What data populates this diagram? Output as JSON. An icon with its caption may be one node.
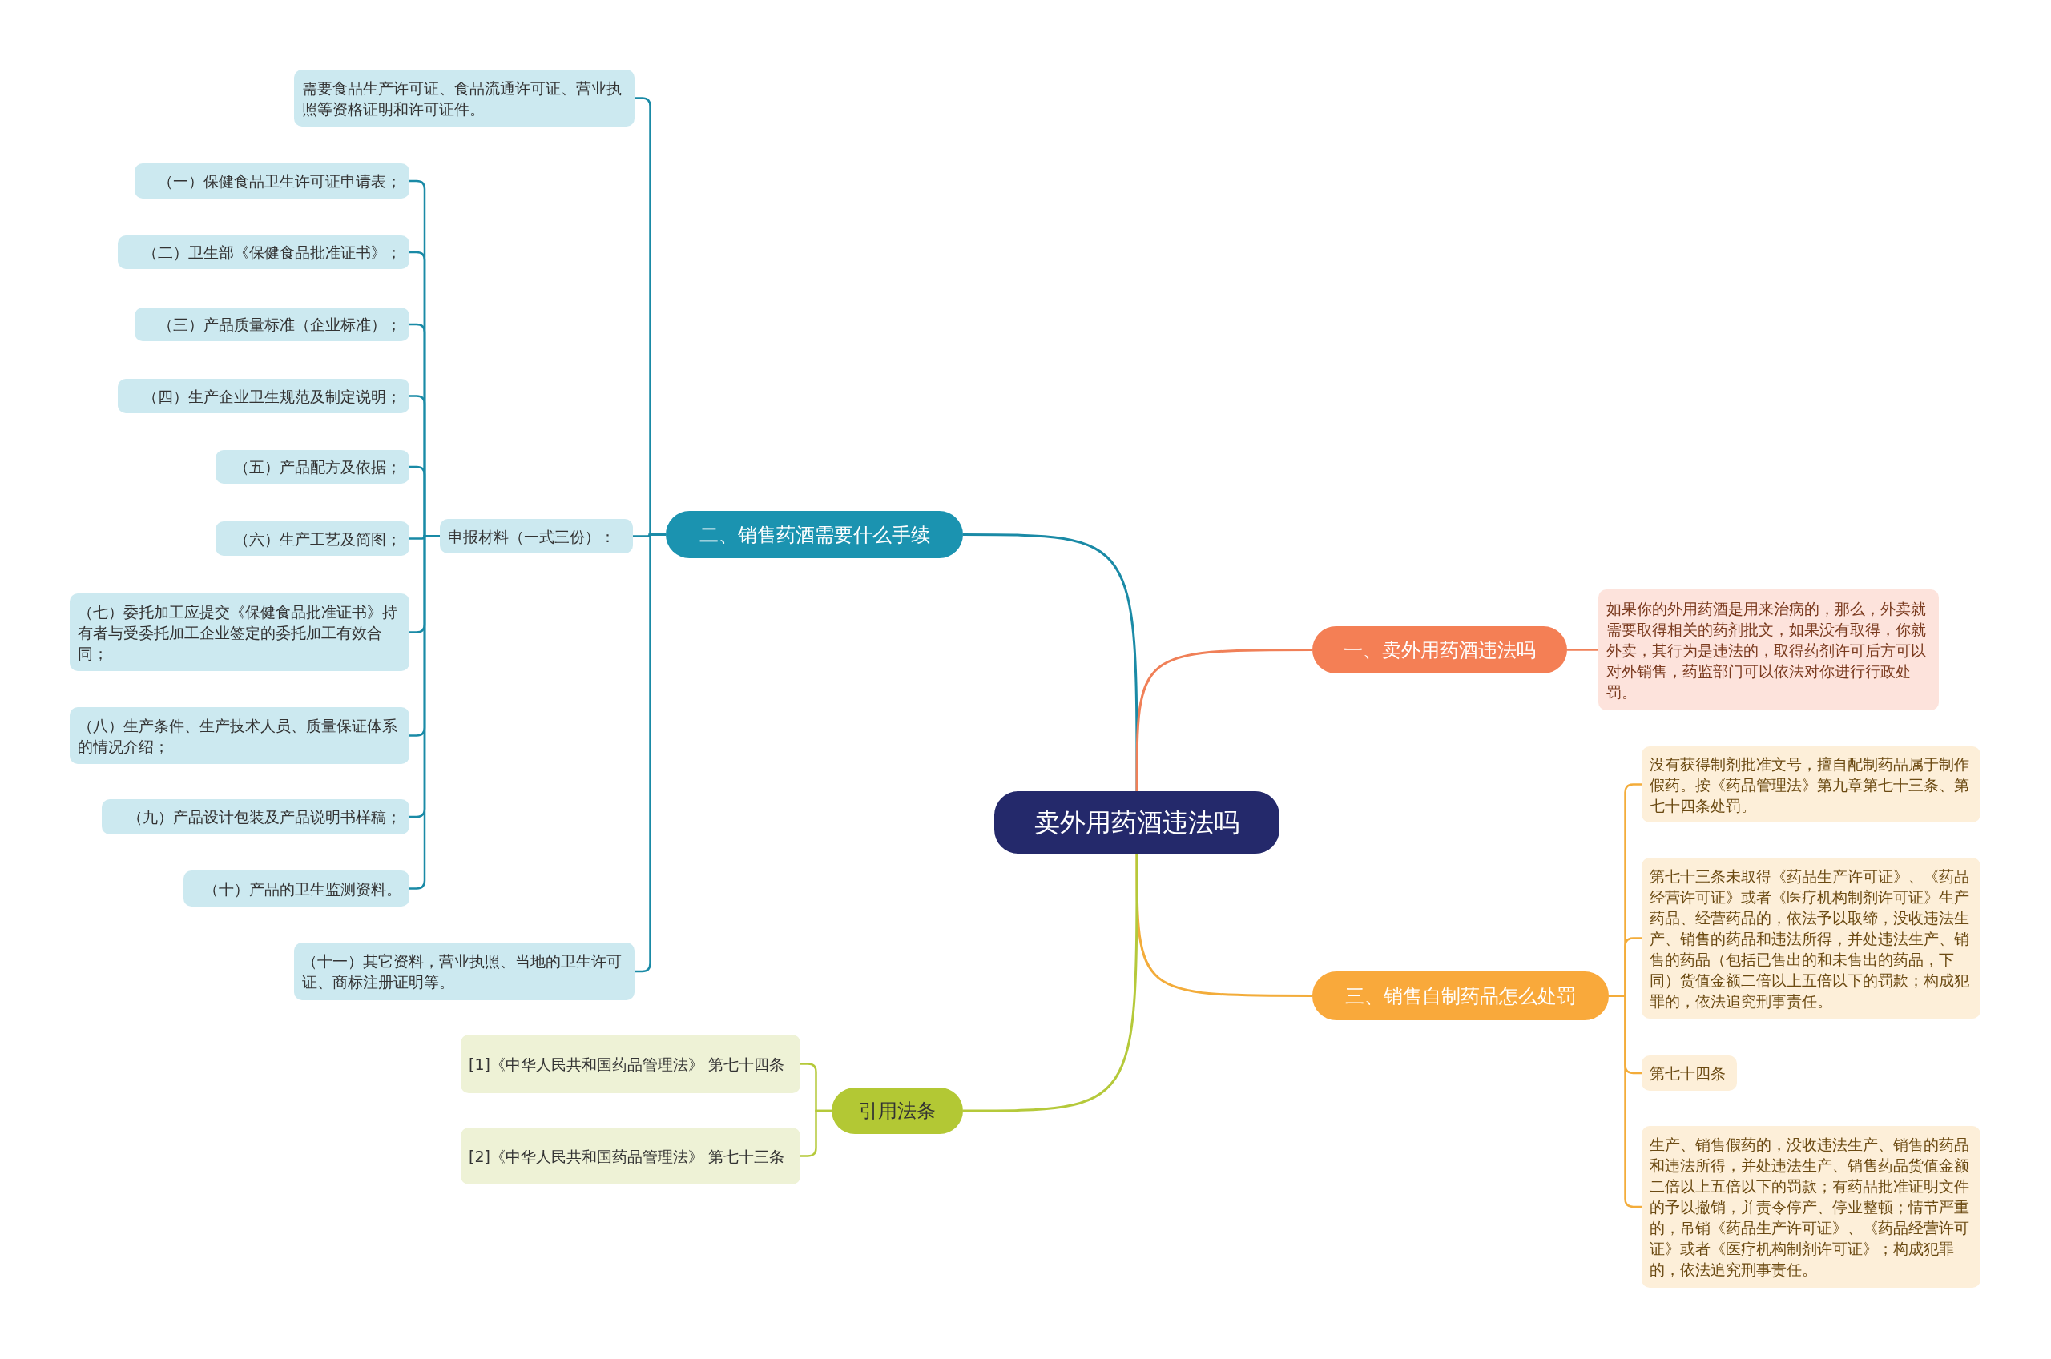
{
  "diagram": {
    "nodes": [
      {
        "text": [
          "卖外用药酒违法吗"
        ]
      },
      {
        "text": [
          "二、销售药酒需要什么手续"
        ]
      },
      {
        "text": [
          "需要食品生产许可证、食品流通许可证、营业执照等资格证明和许可证件。"
        ]
      },
      {
        "text": [
          "申报材料（一式三份）："
        ]
      },
      {
        "text": [
          "（一）保健食品卫生许可证申请表；"
        ]
      },
      {
        "text": [
          "（二）卫生部《保健食品批准证书》；"
        ]
      },
      {
        "text": [
          "（三）产品质量标准（企业标准）；"
        ]
      },
      {
        "text": [
          "（四）生产企业卫生规范及制定说明；"
        ]
      },
      {
        "text": [
          "（五）产品配方及依据；"
        ]
      },
      {
        "text": [
          "（六）生产工艺及简图；"
        ]
      },
      {
        "text": [
          "（七）委托加工应提交《保健食品批准证书》持有者与受委托加工企业签定的委托加工有效合同；"
        ]
      },
      {
        "text": [
          "（八）生产条件、生产技术人员、质量保证体系的情况介绍；"
        ]
      },
      {
        "text": [
          "（九）产品设计包装及产品说明书样稿；"
        ]
      },
      {
        "text": [
          "（十）产品的卫生监测资料。"
        ]
      },
      {
        "text": [
          "（十一）其它资料，营业执照、当地的卫生许可证、商标注册证明等。"
        ]
      },
      {
        "text": [
          "一、卖外用药酒违法吗"
        ]
      },
      {
        "text": [
          "如果你的外用药酒是用来治病的，那么，外卖就需要取得相关的药剂批文，如果没有取得，你就外卖，其行为是违法的，取得药剂许可后方可以对外销售，药监部门可以依法对你进行行政处罚。"
        ]
      },
      {
        "text": [
          "三、销售自制药品怎么处罚"
        ]
      },
      {
        "text": [
          "没有获得制剂批准文号，擅自配制药品属于制作假药。按《药品管理法》第九章第七十三条、第七十四条处罚。"
        ]
      },
      {
        "text": [
          "第七十三条未取得《药品生产许可证》、《药品经营许可证》或者《医疗机构制剂许可证》生产药品、经营药品的，依法予以取缔，没收违法生产、销售的药品和违法所得，并处违法生产、销售的药品（包括已售出的和未售出的药品，下同）货值金额二倍以上五倍以下的罚款；构成犯罪的，依法追究刑事责任。"
        ]
      },
      {
        "text": [
          "第七十四条"
        ]
      },
      {
        "text": [
          "生产、销售假药的，没收违法生产、销售的药品和违法所得，并处违法生产、销售药品货值金额二倍以上五倍以下的罚款；有药品批准证明文件的予以撤销，并责令停产、停业整顿；情节严重的，吊销《药品生产许可证》、《药品经营许可证》或者《医疗机构制剂许可证》；构成犯罪的，依法追究刑事责任。"
        ]
      },
      {
        "text": [
          "引用法条"
        ]
      },
      {
        "text": [
          "[1]《中华人民共和国药品管理法》 第七十四条"
        ]
      },
      {
        "text": [
          "[2]《中华人民共和国药品管理法》 第七十三条"
        ]
      }
    ],
    "edges": [
      {
        "from": 0,
        "to": 1,
        "arrow": "none"
      },
      {
        "from": 1,
        "to": 2,
        "arrow": "none"
      },
      {
        "from": 1,
        "to": 3,
        "arrow": "none"
      },
      {
        "from": 3,
        "to": 4,
        "arrow": "none"
      },
      {
        "from": 3,
        "to": 5,
        "arrow": "none"
      },
      {
        "from": 3,
        "to": 6,
        "arrow": "none"
      },
      {
        "from": 3,
        "to": 7,
        "arrow": "none"
      },
      {
        "from": 3,
        "to": 8,
        "arrow": "none"
      },
      {
        "from": 3,
        "to": 9,
        "arrow": "none"
      },
      {
        "from": 3,
        "to": 10,
        "arrow": "none"
      },
      {
        "from": 3,
        "to": 11,
        "arrow": "none"
      },
      {
        "from": 3,
        "to": 12,
        "arrow": "none"
      },
      {
        "from": 3,
        "to": 13,
        "arrow": "none"
      },
      {
        "from": 1,
        "to": 14,
        "arrow": "none"
      },
      {
        "from": 0,
        "to": 15,
        "arrow": "none",
        "color": "#f08058"
      },
      {
        "from": 15,
        "to": 16,
        "arrow": "none",
        "color": "#f08058"
      },
      {
        "from": 0,
        "to": 17,
        "arrow": "none",
        "color": "#f3ac3a"
      },
      {
        "from": 17,
        "to": 18,
        "arrow": "none",
        "color": "#f3ac3a"
      },
      {
        "from": 17,
        "to": 19,
        "arrow": "none",
        "color": "#f3ac3a"
      },
      {
        "from": 17,
        "to": 20,
        "arrow": "none",
        "color": "#f3ac3a"
      },
      {
        "from": 17,
        "to": 21,
        "arrow": "none",
        "color": "#f3ac3a"
      },
      {
        "from": 0,
        "to": 22,
        "arrow": "none",
        "color": "#b5c93a"
      },
      {
        "from": 22,
        "to": 23,
        "arrow": "none",
        "color": "#b5c93a"
      },
      {
        "from": 22,
        "to": 24,
        "arrow": "none",
        "color": "#b5c93a"
      }
    ]
  }
}
